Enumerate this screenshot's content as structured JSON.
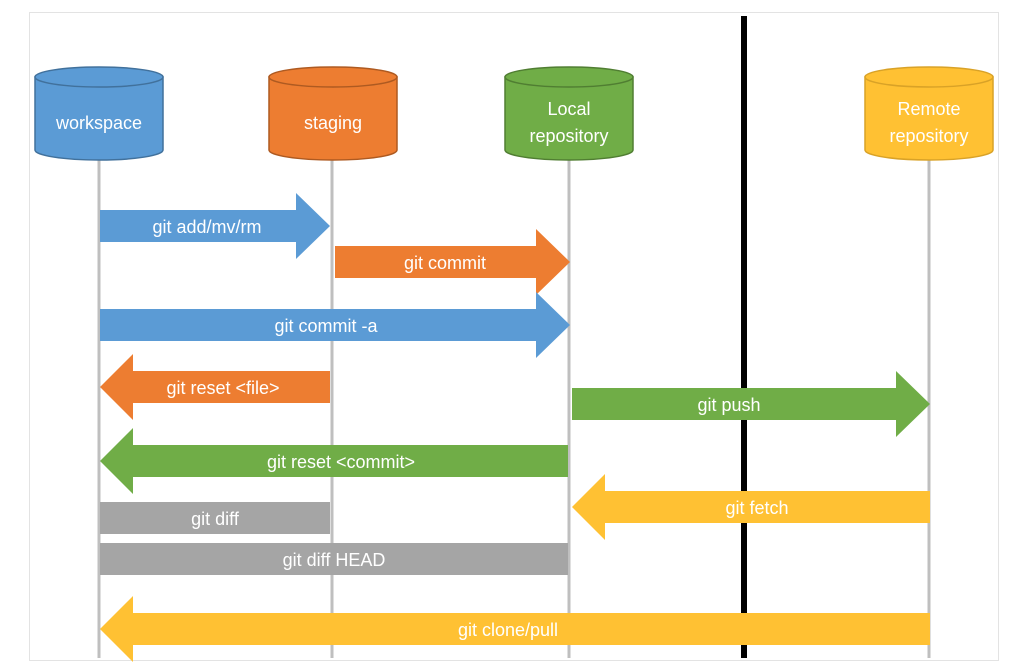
{
  "colors": {
    "blue": "#5b9bd5",
    "orange": "#ed7d31",
    "green": "#70ad47",
    "yellow": "#ffc133",
    "gray": "#a5a5a5",
    "lifeline": "#bfbfbf",
    "divider": "#000000"
  },
  "stores": {
    "workspace": {
      "label": "workspace",
      "color": "blue"
    },
    "staging": {
      "label": "staging",
      "color": "orange"
    },
    "local": {
      "line1": "Local",
      "line2": "repository",
      "color": "green"
    },
    "remote": {
      "line1": "Remote",
      "line2": "repository",
      "color": "yellow"
    }
  },
  "commands": [
    {
      "id": "add",
      "label": "git add/mv/rm",
      "from": "workspace",
      "to": "staging",
      "color": "blue"
    },
    {
      "id": "commit",
      "label": "git commit",
      "from": "staging",
      "to": "local",
      "color": "orange"
    },
    {
      "id": "commit-a",
      "label": "git commit -a",
      "from": "workspace",
      "to": "local",
      "color": "blue"
    },
    {
      "id": "reset-file",
      "label": "git reset <file>",
      "from": "staging",
      "to": "workspace",
      "color": "orange"
    },
    {
      "id": "push",
      "label": "git push",
      "from": "local",
      "to": "remote",
      "color": "green"
    },
    {
      "id": "reset-commit",
      "label": "git reset <commit>",
      "from": "local",
      "to": "workspace",
      "color": "green"
    },
    {
      "id": "fetch",
      "label": "git fetch",
      "from": "remote",
      "to": "local",
      "color": "yellow"
    },
    {
      "id": "diff",
      "label": "git diff",
      "from": "workspace",
      "to": "staging",
      "color": "gray",
      "arrowhead": false
    },
    {
      "id": "diff-head",
      "label": "git diff HEAD",
      "from": "workspace",
      "to": "local",
      "color": "gray",
      "arrowhead": false
    },
    {
      "id": "clone-pull",
      "label": "git clone/pull",
      "from": "remote",
      "to": "workspace",
      "color": "yellow"
    }
  ]
}
